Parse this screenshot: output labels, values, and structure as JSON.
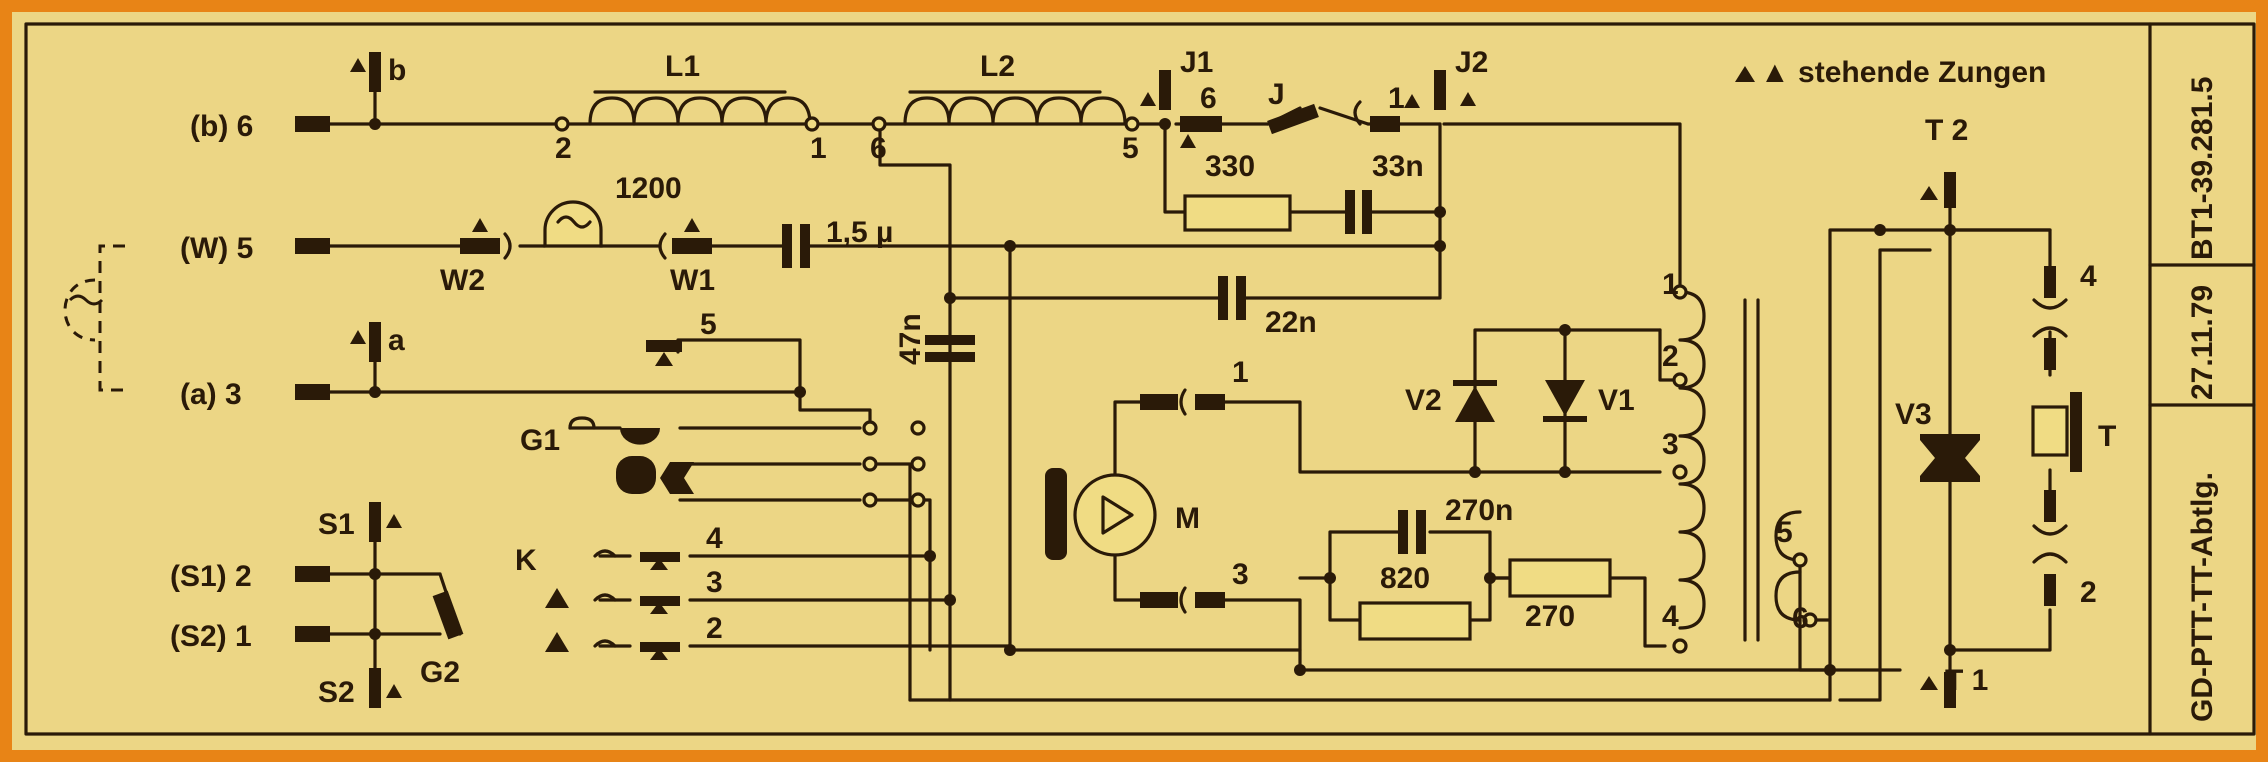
{
  "legend": "▲ stehende Zungen",
  "title_block": {
    "doc_number": "BT1-39.281.5",
    "date": "27.11.79",
    "department": "GD-PTT-TT-Abtlg."
  },
  "terminals": {
    "b6": "(b) 6",
    "w5": "(W) 5",
    "a3": "(a) 3",
    "s1": "(S1) 2",
    "s2": "(S2) 1"
  },
  "labels": {
    "b": "b",
    "a": "a",
    "S1": "S1",
    "S2": "S2",
    "G1": "G1",
    "G2": "G2",
    "K": "K",
    "W1": "W1",
    "W2": "W2",
    "L1": "L1",
    "L2": "L2",
    "J1": "J1",
    "J2": "J2",
    "J": "J",
    "M": "M",
    "V1": "V1",
    "V2": "V2",
    "V3": "V3",
    "T": "T",
    "T1": "T 1",
    "T2": "T 2",
    "n_1200": "1200",
    "c_1_5u": "1,5 µ",
    "c_47n": "47n",
    "c_22n": "22n",
    "c_33n": "33n",
    "c_270n": "270n",
    "r_330": "330",
    "r_820": "820",
    "r_270": "270",
    "pin_2": "2",
    "pin_1": "1",
    "pin_6": "6",
    "pin_5": "5",
    "j1_6": "6",
    "j2_1": "1",
    "sw5": "5",
    "m1": "1",
    "m3": "3",
    "k4": "4",
    "k3": "3",
    "k2": "2",
    "tr1": "1",
    "tr2": "2",
    "tr3": "3",
    "tr4": "4",
    "tr5": "5",
    "tr6": "6",
    "t4": "4",
    "t2": "2"
  }
}
